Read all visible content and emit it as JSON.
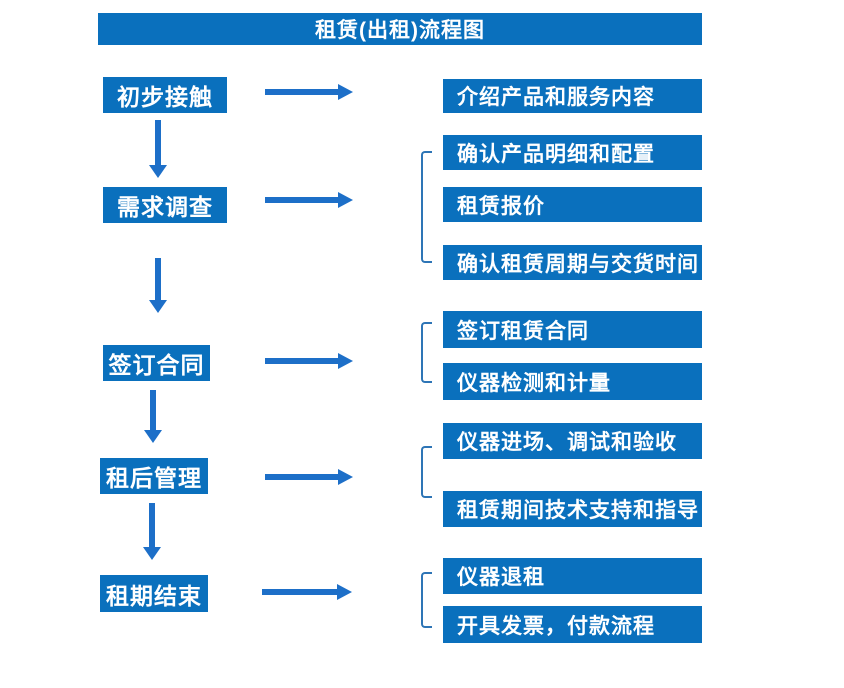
{
  "title": "租赁(出租)流程图",
  "colors": {
    "box": "#0a70bd",
    "arrow": "#1d6fc8",
    "bracket": "#2e75b6",
    "text": "#ffffff",
    "background": "#ffffff"
  },
  "steps": [
    {
      "label": "初步接触",
      "details": [
        "介绍产品和服务内容"
      ]
    },
    {
      "label": "需求调查",
      "details": [
        "确认产品明细和配置",
        "租赁报价",
        "确认租赁周期与交货时间"
      ]
    },
    {
      "label": "签订合同",
      "details": [
        "签订租赁合同",
        "仪器检测和计量"
      ]
    },
    {
      "label": "租后管理",
      "details": [
        "仪器进场、调试和验收",
        "租赁期间技术支持和指导"
      ]
    },
    {
      "label": "租期结束",
      "details": [
        "仪器退租",
        "开具发票，付款流程"
      ]
    }
  ]
}
